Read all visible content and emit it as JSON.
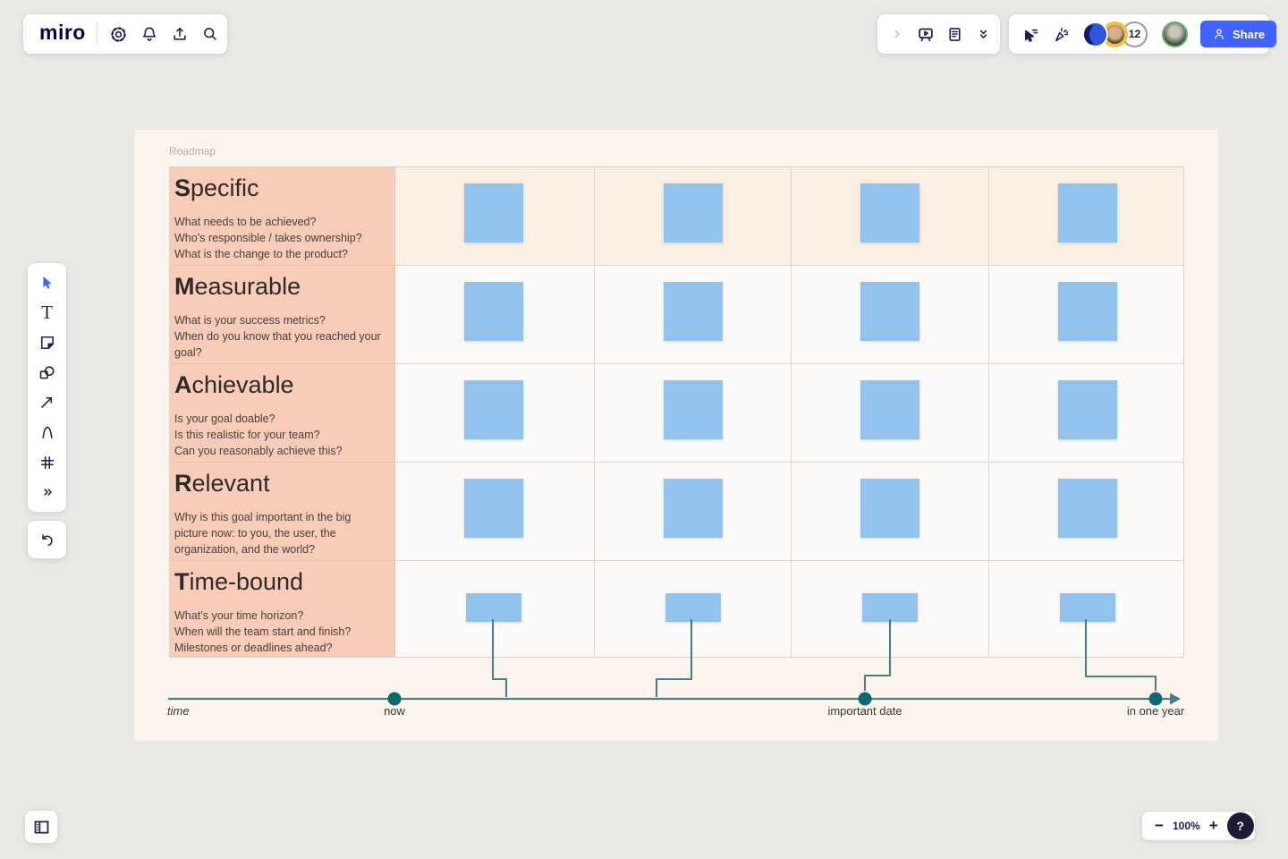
{
  "topbar_left": {
    "logo": "miro",
    "icons": [
      "settings",
      "notifications",
      "export",
      "search"
    ]
  },
  "topbar_tools": {
    "icons": [
      "expand-chevron",
      "presentation-mode",
      "notes",
      "collapse"
    ]
  },
  "topbar_collab": {
    "icons": [
      "follow-cursor",
      "celebrate"
    ],
    "participants_overflow_count": "12",
    "share_label": "Share"
  },
  "tool_palette": {
    "tools": [
      "select",
      "text",
      "sticky-note",
      "shapes",
      "connector",
      "pen",
      "frame",
      "more"
    ],
    "undo": "undo"
  },
  "frame": {
    "label": "Roadmap"
  },
  "table": {
    "columns": 4,
    "rows": [
      {
        "id": "specific",
        "letter": "S",
        "rest": "pecific",
        "questions": "What needs to be achieved?\nWho’s responsible / takes ownership?\nWhat is the change to the product?"
      },
      {
        "id": "measurable",
        "letter": "M",
        "rest": "easurable",
        "questions": "What is your success metrics?\nWhen do you know that you reached your goal?"
      },
      {
        "id": "achievable",
        "letter": "A",
        "rest": "chievable",
        "questions": "Is your goal doable?\nIs this realistic for your team?\nCan you reasonably achieve this?"
      },
      {
        "id": "relevant",
        "letter": "R",
        "rest": "elevant",
        "questions": "Why is this goal important in the big picture now: to you, the user, the organization, and the world?"
      },
      {
        "id": "time-bound",
        "letter": "T",
        "rest": "ime-bound",
        "questions": "What’s your time horizon?\nWhen will the team start and finish?\nMilestones or deadlines ahead?"
      }
    ]
  },
  "timeline": {
    "axis_label": "time",
    "markers": [
      "now",
      "important date",
      "in one year"
    ]
  },
  "zoom_toolbar": {
    "zoom_out": "−",
    "zoom_level": "100%",
    "zoom_in": "+",
    "help": "?"
  },
  "colors": {
    "accent_blue": "#4262ff",
    "sticky_blue": "#93c2ed",
    "header_salmon": "#f8ccb8",
    "row_one_peach": "#fbeee3",
    "frame_cream": "#faf4ed",
    "timeline_teal": "#507d83",
    "timeline_dot": "#0e6a72",
    "icon_navy": "#211e52"
  }
}
